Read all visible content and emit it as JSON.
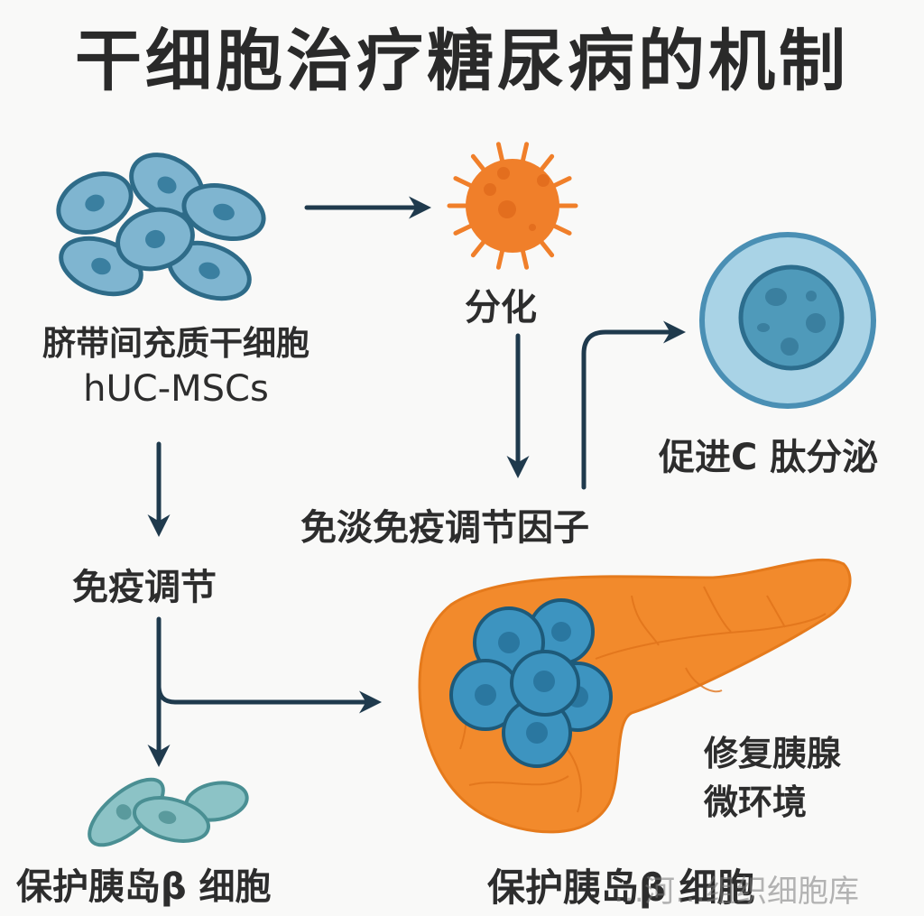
{
  "title": "干细胞治疗糖尿病的机制",
  "nodes": {
    "source": {
      "label": "脐带间充质干细胞",
      "sublabel": "hUC-MSCs",
      "icon": "mesenchymal-stem-cells-icon"
    },
    "differentiation": {
      "label": "分化",
      "icon": "differentiated-cell-icon"
    },
    "cpeptide": {
      "label": "促进C 肽分泌",
      "icon": "secreting-cell-icon"
    },
    "factor": {
      "label": "免淡免疫调节因子"
    },
    "immune": {
      "label": "免疫调节"
    },
    "protect_left": {
      "label": "保护胰岛β 细胞",
      "icon": "beta-cells-icon"
    },
    "protect_right": {
      "label": "保护胰岛β 细胞"
    },
    "pancreas": {
      "label_line1": "修复胰腺",
      "label_line2": "微环境",
      "icon": "pancreas-with-islet-icon"
    }
  },
  "watermark": "…河…组织细胞库",
  "colors": {
    "arrow": "#1f3a4d",
    "stem_cell_fill": "#7fb5d0",
    "stem_cell_stroke": "#2e6b88",
    "orange": "#f07f2a",
    "pancreas": "#f28a2c",
    "islet_fill": "#3d94c0",
    "islet_stroke": "#1d5a7a",
    "secretion_outer": "#a9d3e6",
    "secretion_inner": "#4a97b8",
    "beta_fill": "#8cc3c6",
    "beta_stroke": "#4a8f93"
  }
}
